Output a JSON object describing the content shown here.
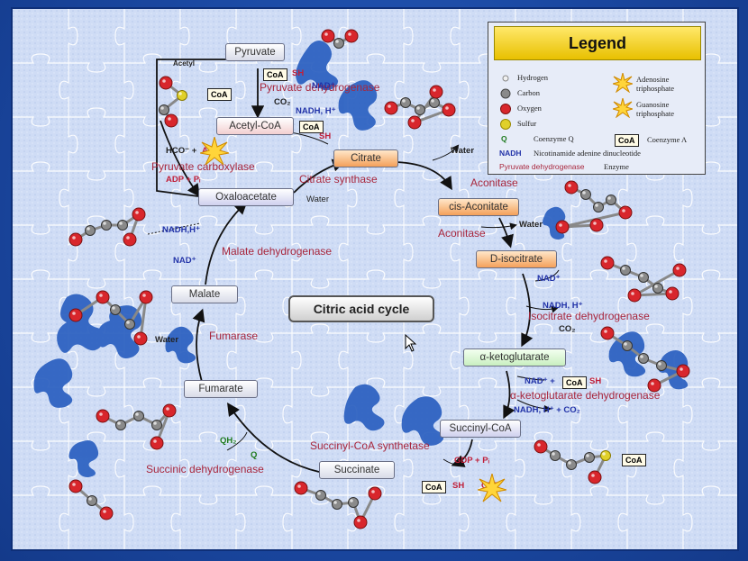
{
  "title": "Citric acid cycle",
  "metabolites": {
    "pyruvate": "Pyruvate",
    "acetyl_coa": "Acetyl-CoA",
    "citrate": "Citrate",
    "cis_aconitate": "cis-Aconitate",
    "d_isocitrate": "D-isocitrate",
    "a_ketoglutarate": "α-ketoglutarate",
    "succinyl_coa": "Succinyl-CoA",
    "succinate": "Succinate",
    "fumarate": "Fumarate",
    "malate": "Malate",
    "oxaloacetate": "Oxaloacetate"
  },
  "enzymes": {
    "pyruvate_dh": "Pyruvate dehydrogenase",
    "pyruvate_carboxylase": "Pyruvate carboxylase",
    "citrate_synthase": "Citrate synthase",
    "aconitase_1": "Aconitase",
    "aconitase_2": "Aconitase",
    "isocitrate_dh": "Isocitrate dehydrogenase",
    "akg_dh": "α-ketoglutarate dehydrogenase",
    "succinyl_coa_synthetase": "Succinyl-CoA synthetase",
    "succinic_dh": "Succinic dehydrogenase",
    "fumarase": "Fumarase",
    "malate_dh": "Malate dehydrogenase"
  },
  "cofactors": {
    "acetyl_label": "Acetyl",
    "coa": "CoA",
    "sh": "SH",
    "nad": "NAD⁺",
    "nadh_h": "NADH, H⁺",
    "co2": "CO₂",
    "hco3": "HCO⁻ +",
    "atp": "ATP",
    "adp_pi": "ADP + Pᵢ",
    "water": "Water",
    "nadh_h_left": "NADH,H⁺",
    "gdp_pi": "GDP + Pᵢ",
    "gtp": "GTP",
    "qh2": "QH₂",
    "q": "Q",
    "nadh_co2": "NADH, H⁺ + CO₂",
    "nad_plus": "NAD⁺ +"
  },
  "legend": {
    "title": "Legend",
    "items": [
      {
        "icon": "hydrogen-icon",
        "label": "Hydrogen"
      },
      {
        "icon": "carbon-icon",
        "label": "Carbon"
      },
      {
        "icon": "oxygen-icon",
        "label": "Oxygen"
      },
      {
        "icon": "sulfur-icon",
        "label": "Sulfur"
      },
      {
        "icon": "coenzyme-q-icon",
        "symbol": "Q",
        "label": "Coenzyme Q"
      },
      {
        "icon": "nadh-icon",
        "symbol": "NADH",
        "label": "Nicotinamide adenine dinucleotide"
      },
      {
        "icon": "enzyme-sample-icon",
        "symbol": "Pyruvate dehydrogenase",
        "label": "Enzyme"
      },
      {
        "icon": "atp-icon",
        "label": "Adenosine triphosphate"
      },
      {
        "icon": "gtp-icon",
        "label": "Guanosine triphosphate"
      },
      {
        "icon": "coa-icon",
        "symbol": "CoA",
        "label": "Coenzyme A"
      }
    ]
  },
  "colors": {
    "frame": "#1d4fa8",
    "board": "#c9d9f4",
    "enzyme_text": "#a8263c",
    "nad_text": "#2233a8",
    "oxygen": "#d8262c",
    "carbon": "#8a8a8a",
    "sulfur": "#e0d02a",
    "legend_title": "#f0d21a",
    "missing_piece": "#2a5fc0"
  }
}
